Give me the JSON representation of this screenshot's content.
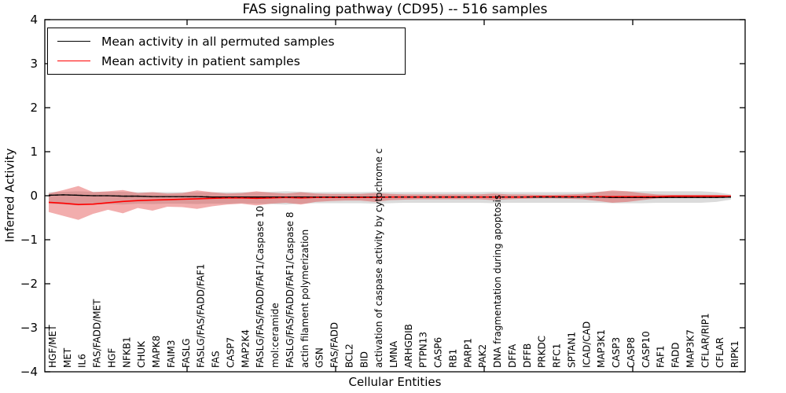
{
  "title": "FAS signaling pathway (CD95) -- 516 samples",
  "chart_data": {
    "type": "line",
    "title": "FAS signaling pathway (CD95) -- 516 samples",
    "xlabel": "Cellular Entities",
    "ylabel": "Inferred Activity",
    "ylim": [
      -4,
      4
    ],
    "yticks": [
      -4,
      -3,
      -2,
      -1,
      0,
      1,
      2,
      3,
      4
    ],
    "grid": false,
    "legend_position": "upper left",
    "background_color": "#ffffff",
    "axis_color": "#000000",
    "categories": [
      "HGF/MET",
      "MET",
      "IL6",
      "FAS/FADD/MET",
      "HGF",
      "NFKB1",
      "CHUK",
      "MAPK8",
      "FAIM3",
      "FASLG",
      "FASLG/FAS/FADD/FAF1",
      "FAS",
      "CASP7",
      "MAP2K4",
      "FASLG/FAS/FADD/FAF1/Caspase 10",
      "mol:ceramide",
      "FASLG/FAS/FADD/FAF1/Caspase 8",
      "actin filament polymerization",
      "GSN",
      "FAS/FADD",
      "BCL2",
      "BID",
      "activation of caspase activity by cytochrome c",
      "LMNA",
      "ARHGDIB",
      "PTPN13",
      "CASP6",
      "RB1",
      "PARP1",
      "PAK2",
      "DNA fragmentation during apoptosis",
      "DFFA",
      "DFFB",
      "PRKDC",
      "RFC1",
      "SPTAN1",
      "ICAD/CAD",
      "MAP3K1",
      "CASP3",
      "CASP8",
      "CASP10",
      "FAF1",
      "FADD",
      "MAP3K7",
      "CFLAR/RIP1",
      "CFLAR",
      "RIPK1"
    ],
    "series": [
      {
        "name": "Mean activity in all permuted samples",
        "color": "#000000",
        "band_color": "#999999",
        "band_opacity": 0.35,
        "values": [
          0.01,
          0.02,
          0.01,
          0.0,
          0.0,
          -0.01,
          -0.01,
          -0.02,
          -0.02,
          -0.02,
          -0.02,
          -0.03,
          -0.03,
          -0.03,
          -0.03,
          -0.03,
          -0.03,
          -0.03,
          -0.03,
          -0.03,
          -0.03,
          -0.03,
          -0.03,
          -0.03,
          -0.03,
          -0.03,
          -0.03,
          -0.03,
          -0.03,
          -0.03,
          -0.03,
          -0.03,
          -0.03,
          -0.03,
          -0.03,
          -0.03,
          -0.03,
          -0.03,
          -0.04,
          -0.04,
          -0.04,
          -0.04,
          -0.04,
          -0.04,
          -0.04,
          -0.04,
          -0.03
        ],
        "band_upper": [
          0.08,
          0.09,
          0.1,
          0.09,
          0.09,
          0.09,
          0.08,
          0.08,
          0.08,
          0.08,
          0.08,
          0.08,
          0.08,
          0.08,
          0.08,
          0.09,
          0.1,
          0.09,
          0.08,
          0.08,
          0.08,
          0.08,
          0.09,
          0.08,
          0.08,
          0.08,
          0.08,
          0.08,
          0.08,
          0.08,
          0.09,
          0.08,
          0.08,
          0.08,
          0.08,
          0.08,
          0.08,
          0.09,
          0.1,
          0.1,
          0.1,
          0.1,
          0.1,
          0.1,
          0.1,
          0.08,
          0.03
        ],
        "band_lower": [
          -0.18,
          -0.2,
          -0.22,
          -0.2,
          -0.19,
          -0.2,
          -0.18,
          -0.19,
          -0.18,
          -0.18,
          -0.19,
          -0.18,
          -0.18,
          -0.17,
          -0.18,
          -0.19,
          -0.2,
          -0.18,
          -0.17,
          -0.17,
          -0.17,
          -0.17,
          -0.18,
          -0.17,
          -0.16,
          -0.16,
          -0.16,
          -0.16,
          -0.16,
          -0.16,
          -0.17,
          -0.16,
          -0.16,
          -0.16,
          -0.16,
          -0.16,
          -0.16,
          -0.16,
          -0.17,
          -0.17,
          -0.17,
          -0.16,
          -0.16,
          -0.16,
          -0.16,
          -0.14,
          -0.09
        ]
      },
      {
        "name": "Mean activity in patient samples",
        "color": "#ff0000",
        "band_color": "#e03c3c",
        "band_opacity": 0.42,
        "values": [
          -0.15,
          -0.17,
          -0.2,
          -0.19,
          -0.16,
          -0.13,
          -0.11,
          -0.1,
          -0.09,
          -0.08,
          -0.07,
          -0.06,
          -0.05,
          -0.05,
          -0.06,
          -0.05,
          -0.04,
          -0.05,
          -0.04,
          -0.04,
          -0.04,
          -0.04,
          -0.04,
          -0.03,
          -0.03,
          -0.03,
          -0.03,
          -0.03,
          -0.03,
          -0.03,
          -0.03,
          -0.03,
          -0.03,
          -0.02,
          -0.02,
          -0.02,
          -0.02,
          -0.02,
          -0.02,
          -0.02,
          -0.02,
          -0.02,
          -0.01,
          -0.01,
          -0.01,
          -0.01,
          -0.01
        ],
        "band_upper": [
          0.05,
          0.13,
          0.22,
          0.08,
          0.1,
          0.13,
          0.06,
          0.08,
          0.05,
          0.06,
          0.12,
          0.08,
          0.05,
          0.06,
          0.1,
          0.07,
          0.05,
          0.08,
          0.05,
          0.04,
          0.04,
          0.04,
          0.06,
          0.04,
          0.03,
          0.03,
          0.03,
          0.03,
          0.03,
          0.03,
          0.05,
          0.03,
          0.03,
          0.02,
          0.02,
          0.03,
          0.04,
          0.08,
          0.12,
          0.1,
          0.06,
          0.03,
          0.02,
          0.02,
          0.02,
          0.02,
          0.01
        ],
        "band_lower": [
          -0.37,
          -0.46,
          -0.55,
          -0.41,
          -0.32,
          -0.4,
          -0.28,
          -0.34,
          -0.25,
          -0.26,
          -0.3,
          -0.24,
          -0.2,
          -0.18,
          -0.22,
          -0.18,
          -0.16,
          -0.2,
          -0.14,
          -0.12,
          -0.11,
          -0.11,
          -0.14,
          -0.1,
          -0.09,
          -0.08,
          -0.08,
          -0.08,
          -0.08,
          -0.08,
          -0.1,
          -0.08,
          -0.07,
          -0.06,
          -0.06,
          -0.07,
          -0.08,
          -0.12,
          -0.16,
          -0.14,
          -0.1,
          -0.06,
          -0.05,
          -0.05,
          -0.05,
          -0.04,
          -0.02
        ]
      }
    ]
  }
}
